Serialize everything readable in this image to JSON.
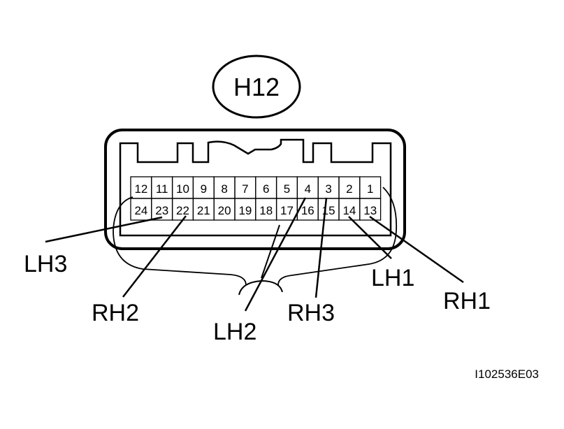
{
  "connector": {
    "id": "H12",
    "top_row": [
      "12",
      "11",
      "10",
      "9",
      "8",
      "7",
      "6",
      "5",
      "4",
      "3",
      "2",
      "1"
    ],
    "bottom_row": [
      "24",
      "23",
      "22",
      "21",
      "20",
      "19",
      "18",
      "17",
      "16",
      "15",
      "14",
      "13"
    ]
  },
  "labels": {
    "lh1": "LH1",
    "lh2": "LH2",
    "lh3": "LH3",
    "rh1": "RH1",
    "rh2": "RH2",
    "rh3": "RH3"
  },
  "code": "I102536E03"
}
